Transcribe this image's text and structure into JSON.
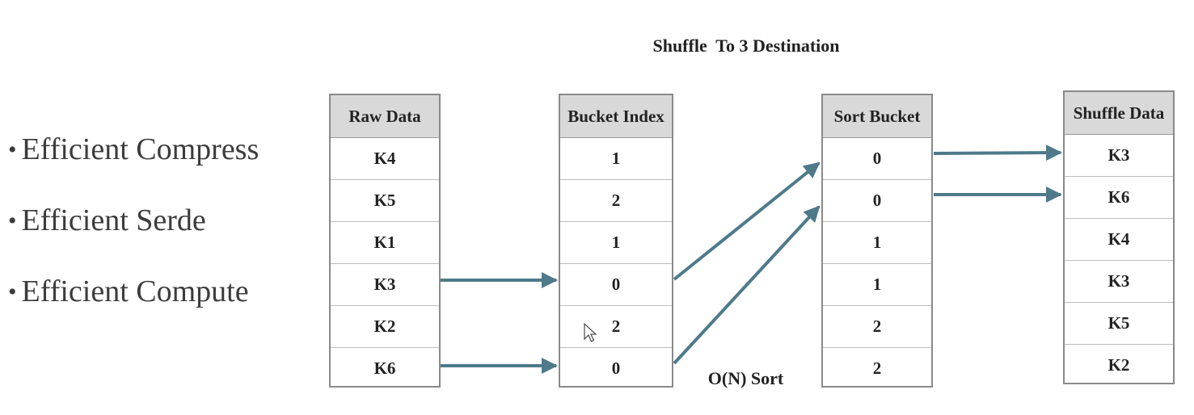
{
  "bullets": [
    "Efficient Compress",
    "Efficient Serde",
    "Efficient Compute"
  ],
  "title": "Shuffle  To 3 Destination",
  "tables": {
    "raw": {
      "header": "Raw Data",
      "cells": [
        "K4",
        "K5",
        "K1",
        "K3",
        "K2",
        "K6"
      ]
    },
    "bucket": {
      "header": "Bucket Index",
      "cells": [
        "1",
        "2",
        "1",
        "0",
        "2",
        "0"
      ]
    },
    "sort": {
      "header": "Sort Bucket",
      "cells": [
        "0",
        "0",
        "1",
        "1",
        "2",
        "2"
      ]
    },
    "shuffle": {
      "header": "Shuffle Data",
      "cells": [
        "K3",
        "K6",
        "K4",
        "K3",
        "K5",
        "K2"
      ]
    }
  },
  "note": "O(N) Sort",
  "colors": {
    "arrow": "#4e7a8a",
    "header_bg": "#d9d9d9"
  }
}
